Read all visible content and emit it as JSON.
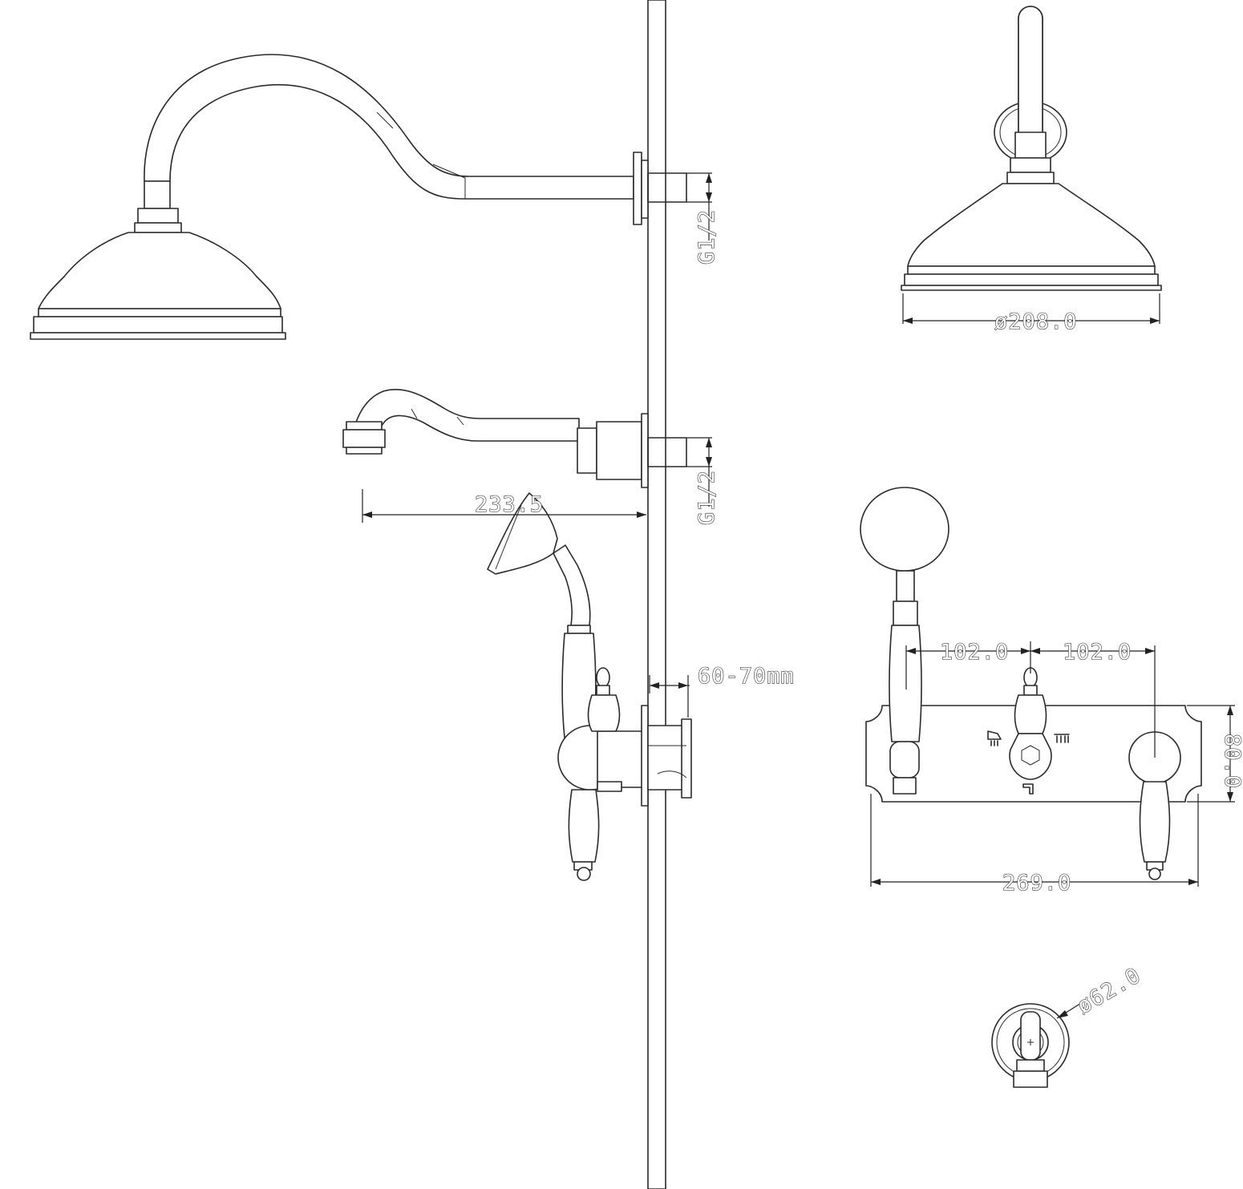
{
  "dimensions": {
    "top_thread": "G1/2",
    "head_diameter": "ø208.0",
    "wall_depth": "60-70mm",
    "spacing_left": "102.0",
    "spacing_right": "102.0",
    "plate_height": "80.0",
    "plate_width": "269.0",
    "escutcheon_diameter": "ø62.0",
    "spout_length": "233.5",
    "bottom_thread": "G1/2"
  },
  "icons": [
    "shower-head-symbol",
    "rain-shower-symbol",
    "bath-spout-symbol"
  ]
}
